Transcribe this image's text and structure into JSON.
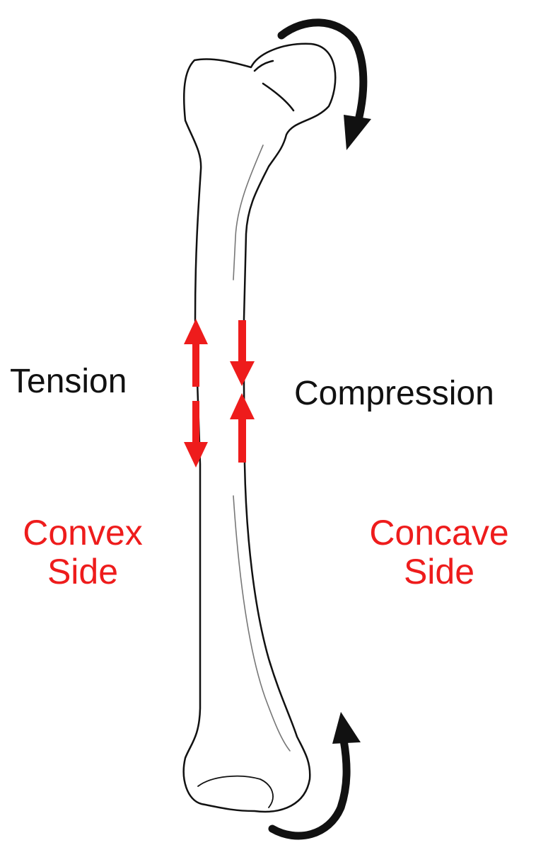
{
  "labels": {
    "tension": "Tension",
    "compression": "Compression",
    "convex_line1": "Convex",
    "convex_line2": "Side",
    "concave_line1": "Concave",
    "concave_line2": "Side"
  },
  "colors": {
    "force_arrow": "#ee1c1c",
    "side_label": "#ee1c1c",
    "outline": "#111111",
    "rotation_arrow": "#111111",
    "background": "#ffffff"
  },
  "icons": {
    "bone": "femur-illustration",
    "top_rotation": "curved-arrow-clockwise",
    "bottom_rotation": "curved-arrow-counterclockwise",
    "force": "straight-arrow"
  }
}
